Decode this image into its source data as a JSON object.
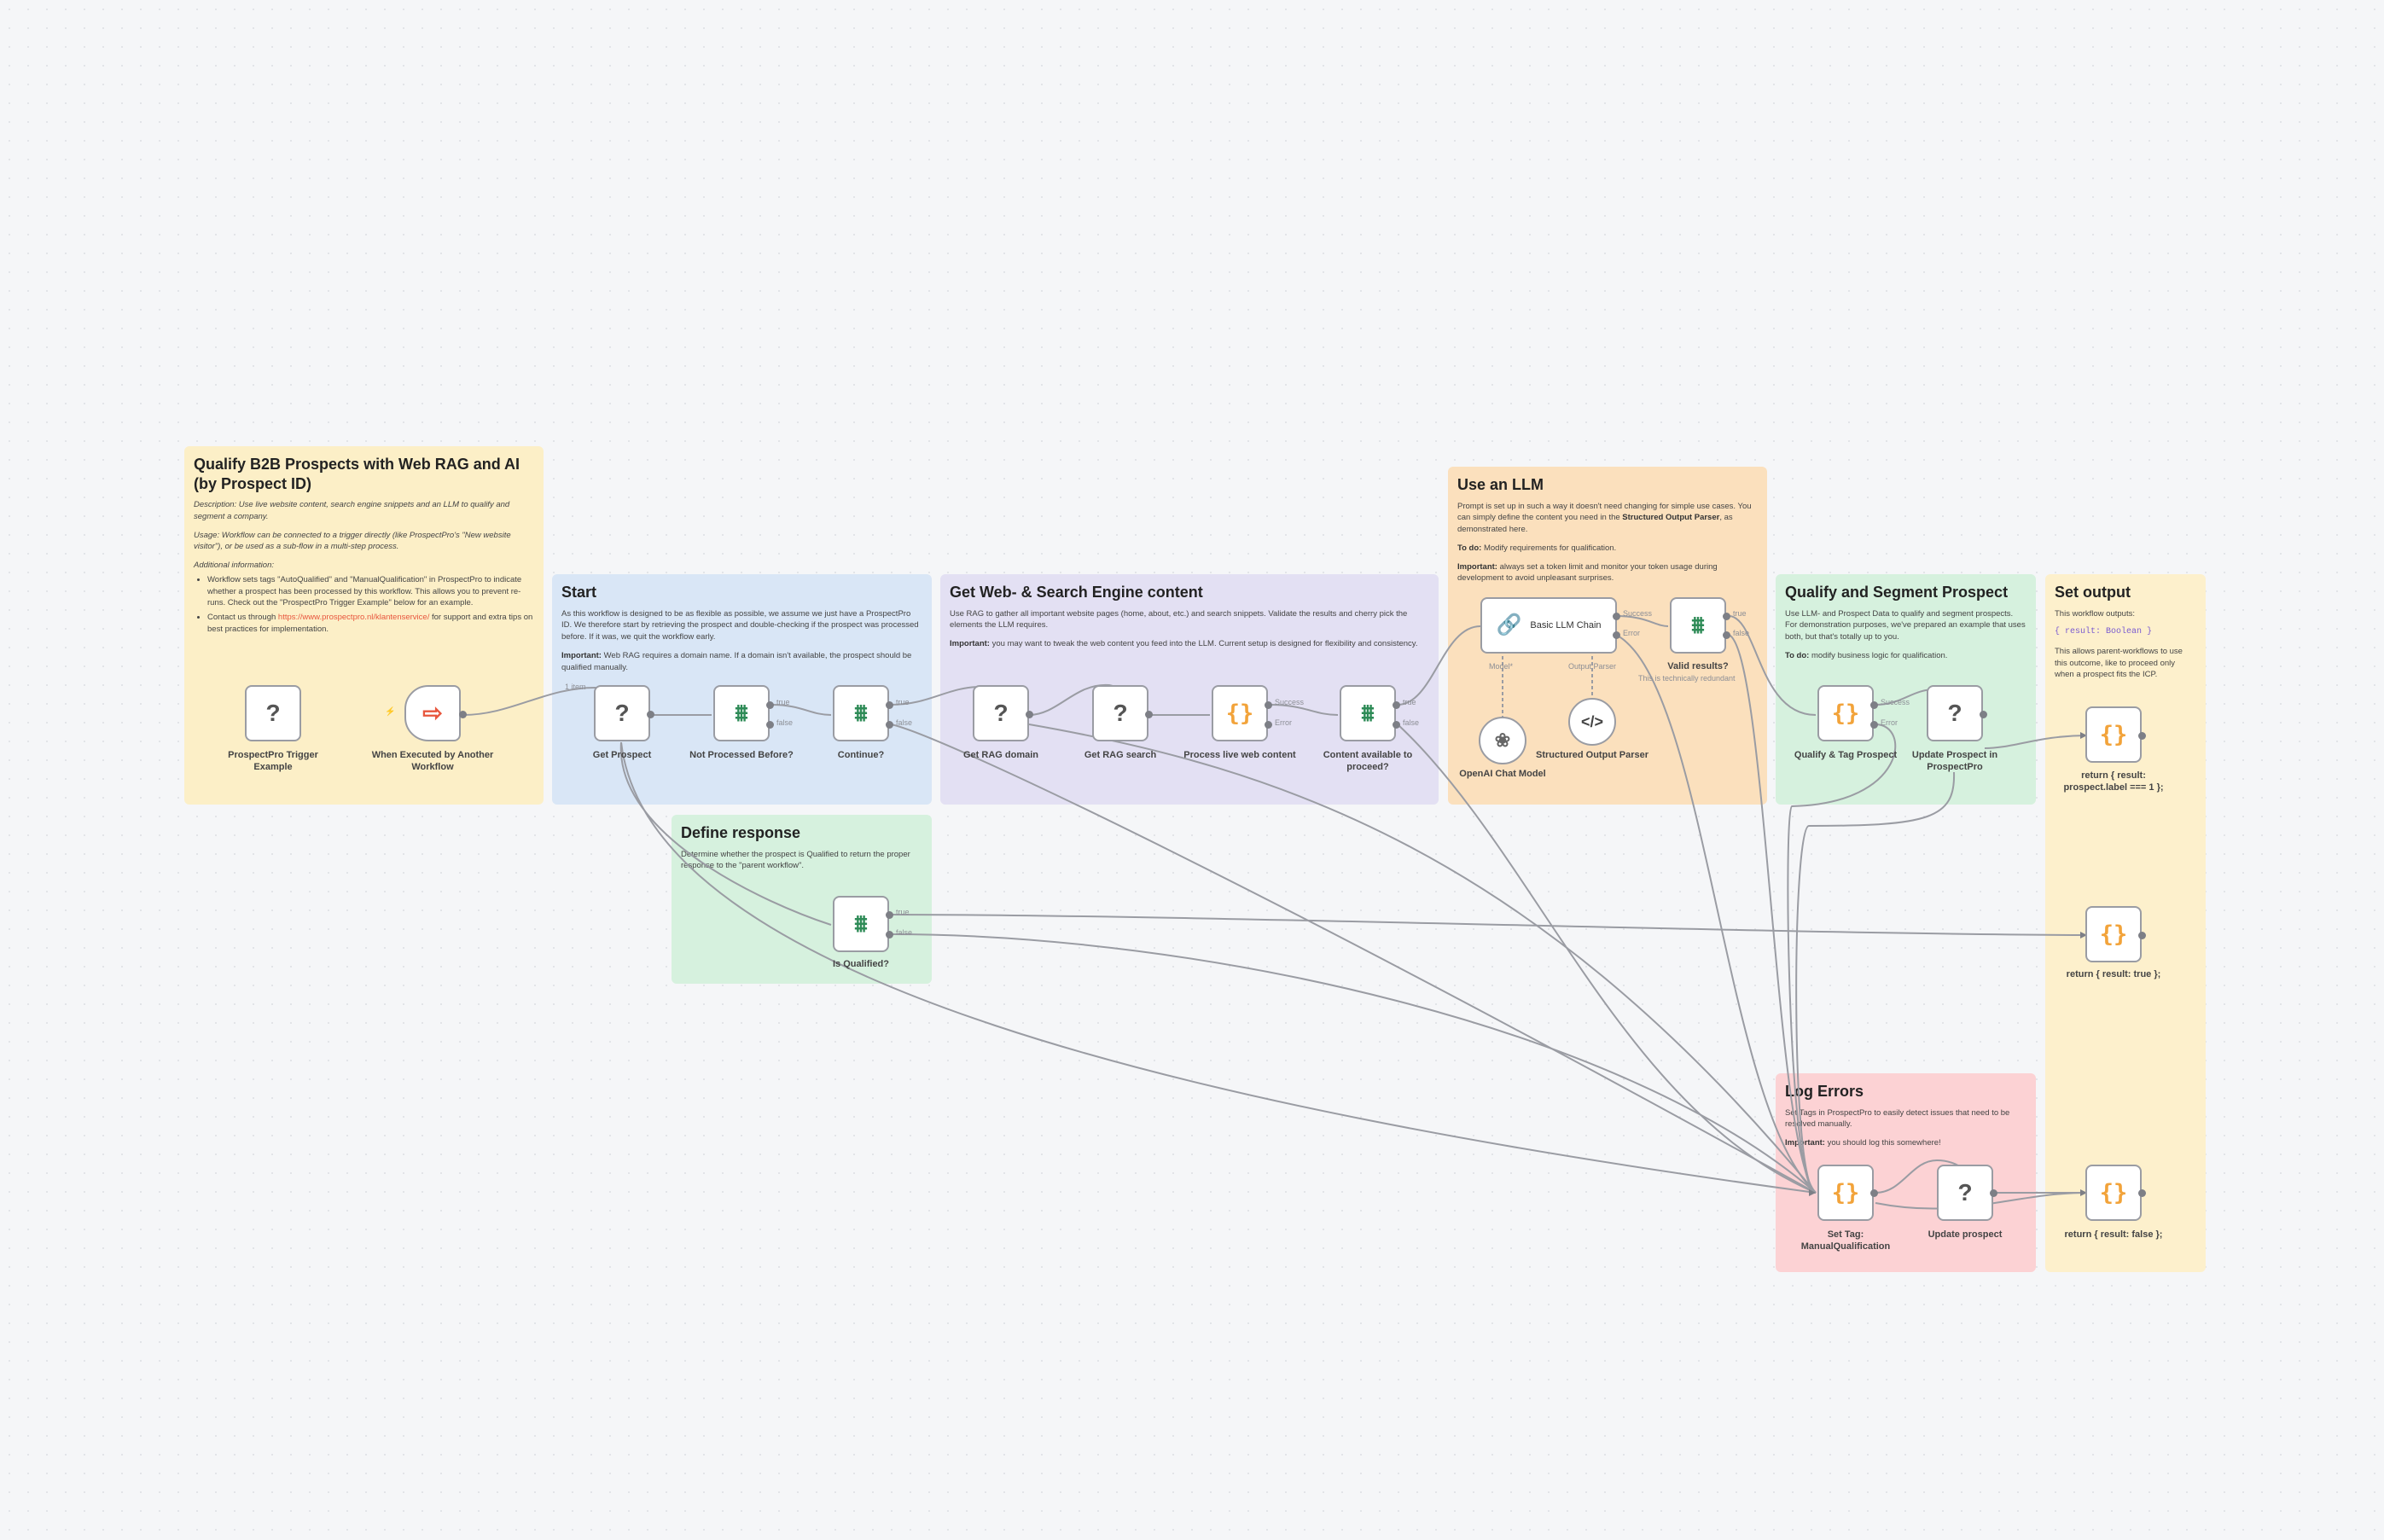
{
  "canvas": {
    "background": "#f5f6f8"
  },
  "notes": {
    "intro": {
      "title": "Qualify B2B Prospects with Web RAG and AI (by Prospect ID)",
      "description": "Description: Use live website content, search engine snippets and an LLM to qualify and segment a company.",
      "usage": "Usage: Workflow can be connected to a trigger directly (like ProspectPro's \"New website visitor\"), or be used as a sub-flow in a multi-step process.",
      "additional_heading": "Additional information:",
      "bullet1": "Workflow sets tags \"AutoQualified\" and \"ManualQualification\" in ProspectPro to indicate whether a prospect has been processed by this workflow. This allows you to prevent re-runs. Check out the \"ProspectPro Trigger Example\" below for an example.",
      "bullet2_prefix": "Contact us through",
      "bullet2_link": "https://www.prospectpro.nl/klantenservice/",
      "bullet2_suffix": "for support and extra tips on best practices for implementation."
    },
    "start": {
      "title": "Start",
      "body": "As this workflow is designed to be as flexible as possible, we assume we just have a ProspectPro ID. We therefore start by retrieving the prospect and double-checking if the prospect was processed before. If it was, we quit the workflow early.",
      "important_label": "Important:",
      "important": "Web RAG requires a domain name. If a domain isn't available, the prospect should be qualified manually."
    },
    "web": {
      "title": "Get Web- & Search Engine content",
      "body": "Use RAG to gather all important website pages (home, about, etc.) and search snippets. Validate the results and cherry pick the elements the LLM requires.",
      "important_label": "Important:",
      "important": "you may want to tweak the web content you feed into the LLM. Current setup is designed for flexibility and consistency."
    },
    "llm": {
      "title": "Use an LLM",
      "body_a": "Prompt is set up in such a way it doesn't need changing for simple use cases. You can simply define the content you need in the",
      "body_b": "Structured Output Parser",
      "body_c": ", as demonstrated here.",
      "todo_label": "To do:",
      "todo": "Modify requirements for qualification.",
      "important_label": "Important:",
      "important": "always set a token limit and monitor your token usage during development to avoid unpleasant surprises."
    },
    "qualify": {
      "title": "Qualify and Segment Prospect",
      "body": "Use LLM- and Prospect Data to qualify and segment prospects. For demonstration purposes, we've prepared an example that uses both, but that's totally up to you.",
      "todo_label": "To do:",
      "todo": "modify business logic for qualification."
    },
    "output": {
      "title": "Set output",
      "body": "This workflow outputs:",
      "code": "{ result: Boolean }",
      "body2": "This allows parent-workflows to use this outcome, like to proceed only when a prospect fits the ICP."
    },
    "define": {
      "title": "Define response",
      "body": "Determine whether the prospect is Qualified to return the proper response to the \"parent workflow\"."
    },
    "errors": {
      "title": "Log Errors",
      "body": "Set Tags in ProspectPro to easily detect issues that need to be resolved manually.",
      "important_label": "Important:",
      "important": "you should log this somewhere!"
    }
  },
  "nodes": {
    "trigger_example": "ProspectPro Trigger Example",
    "executed": "When Executed by Another Workflow",
    "get_prospect": "Get Prospect",
    "not_processed": "Not Processed Before?",
    "continue": "Continue?",
    "get_rag_domain": "Get RAG domain",
    "get_rag_search": "Get RAG search",
    "process_web": "Process live web content",
    "content_available": "Content available to proceed?",
    "basic_llm": "Basic LLM Chain",
    "valid_results": "Valid results?",
    "valid_results_note": "This is technically redundant",
    "openai": "OpenAI Chat Model",
    "parser": "Structured Output Parser",
    "qualify_tag": "Qualify & Tag Prospect",
    "update_prospect_pp": "Update Prospect in ProspectPro",
    "is_qualified": "Is Qualified?",
    "return_label": "return { result: prospect.label === 1 };",
    "return_true": "return { result: true };",
    "return_false": "return { result: false };",
    "set_tag_manual": "Set Tag: ManualQualification",
    "update_prospect": "Update prospect"
  },
  "port_labels": {
    "true": "true",
    "false": "false",
    "success": "Success",
    "error": "Error",
    "model": "Model*",
    "output_parser": "Output Parser",
    "tool": "1 item"
  },
  "colors": {
    "accent_red": "#e8563d",
    "if_green": "#2e8b57",
    "code_orange": "#f2a33a",
    "wire": "#9a9ca3"
  }
}
